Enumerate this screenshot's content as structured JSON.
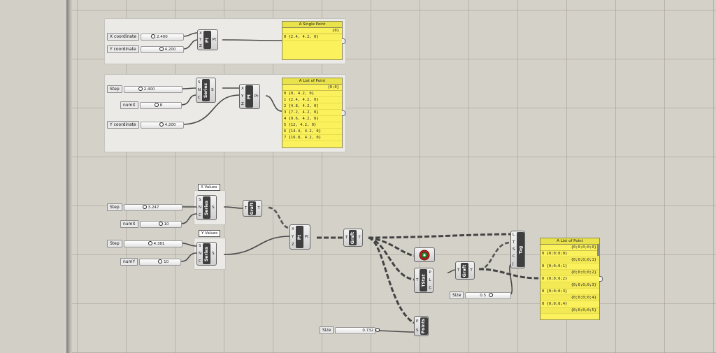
{
  "group1": {
    "slider_x": {
      "label": "X coordinate",
      "value": "2.400"
    },
    "slider_y": {
      "label": "Y coordinate",
      "value": "4.200"
    },
    "pt": {
      "inputs": [
        "X",
        "Y",
        "Z"
      ],
      "name": "Pt",
      "output": "Pt"
    },
    "panel": {
      "title": "A Single Point",
      "path": "{0}",
      "rows": [
        "0 {2.4, 4.2, 0}"
      ]
    }
  },
  "group2": {
    "slider_step": {
      "label": "Step",
      "value": "2.400"
    },
    "slider_num": {
      "label": "numX",
      "value": "8"
    },
    "slider_y": {
      "label": "Y coordinate",
      "value": "4.200"
    },
    "series": {
      "inputs": [
        "S",
        "N",
        "C"
      ],
      "name": "Series",
      "output": "S"
    },
    "pt": {
      "inputs": [
        "X",
        "Y",
        "Z"
      ],
      "name": "Pt",
      "output": "Pt"
    },
    "panel": {
      "title": "A List of Point",
      "path": "{0;0}",
      "rows": [
        "0 {0, 4.2, 0}",
        "1 {2.4, 4.2, 0}",
        "2 {4.8, 4.2, 0}",
        "3 {7.2, 4.2, 0}",
        "4 {9.6, 4.2, 0}",
        "5 {12, 4.2, 0}",
        "6 {14.4, 4.2, 0}",
        "7 {16.8, 4.2, 0}"
      ]
    }
  },
  "group3": {
    "tooltip_x": "X Values",
    "tooltip_y": "Y Values",
    "slider_step_x": {
      "label": "Step",
      "value": "3.247"
    },
    "slider_numx": {
      "label": "numX",
      "value": "10"
    },
    "slider_step_y": {
      "label": "Step",
      "value": "4.381"
    },
    "slider_numy": {
      "label": "numY",
      "value": "10"
    },
    "series_x": {
      "inputs": [
        "S",
        "N",
        "C"
      ],
      "name": "Series",
      "output": "S"
    },
    "series_y": {
      "inputs": [
        "S",
        "N",
        "C"
      ],
      "name": "Series",
      "output": "S"
    },
    "graft1": {
      "input": "T",
      "name": "Graft",
      "output": "T"
    },
    "pt": {
      "inputs": [
        "X",
        "Y",
        "Z"
      ],
      "name": "Pt",
      "output": "Pt"
    },
    "graft2": {
      "input": "T",
      "name": "Graft",
      "output": "T"
    },
    "tstat": {
      "input": "T",
      "name": "TStat",
      "outputs": [
        "P",
        "L",
        "C"
      ]
    },
    "graft3": {
      "input": "T",
      "name": "Graft",
      "output": "T"
    },
    "tag": {
      "inputs": [
        "L",
        "T",
        "S",
        "C",
        "J"
      ],
      "name": "Tag"
    },
    "slider_size": {
      "label": "Size",
      "value": "0.5"
    },
    "slider_size2": {
      "label": "Size",
      "value": "0.732"
    },
    "points": {
      "inputs": [
        "P",
        "S"
      ],
      "name": "Points"
    },
    "panel": {
      "title": "A List of Point",
      "rows": [
        "{0;0;0;0;0}",
        "0 {0;0;0;0}",
        "{0;0;0;0;1}",
        "0 {0;0;0;1}",
        "{0;0;0;0;2}",
        "0 {0;0;0;2}",
        "{0;0;0;0;3}",
        "0 {0;0;0;3}",
        "{0;0;0;0;4}",
        "0 {0;0;0;4}",
        "{0;0;0;0;5}"
      ]
    }
  }
}
